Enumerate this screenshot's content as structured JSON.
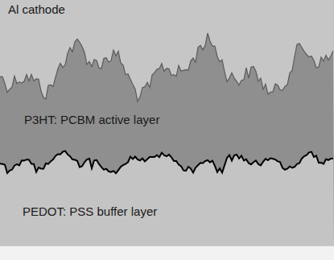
{
  "diagram": {
    "nodes": [
      {
        "text": [
          "Al cathode"
        ]
      },
      {
        "text": [
          "P3HT: PCBM active layer"
        ]
      },
      {
        "text": [
          "PEDOT: PSS buffer layer"
        ]
      }
    ]
  }
}
